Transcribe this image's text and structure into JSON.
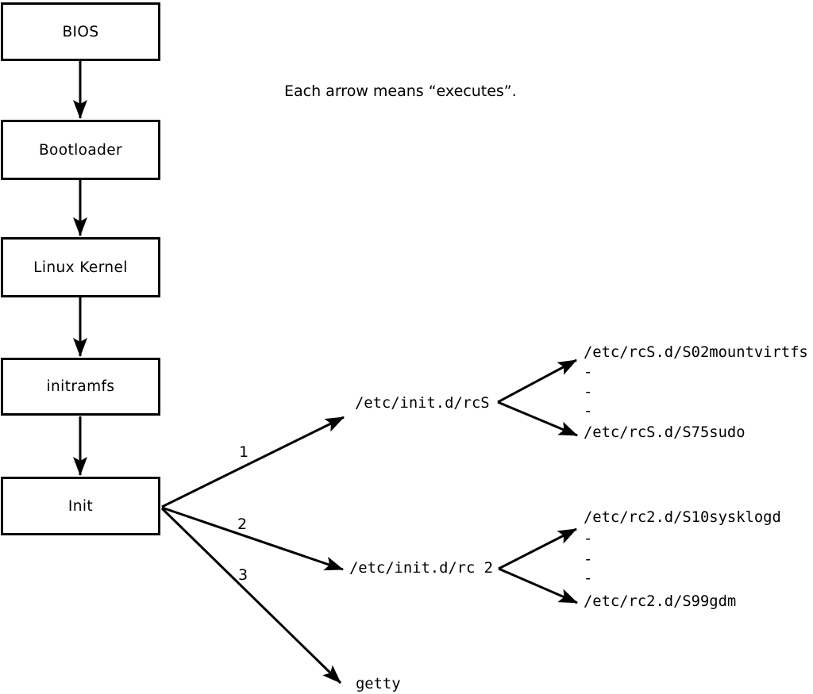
{
  "diagram": {
    "note": "Each arrow means “executes”.",
    "chain": [
      {
        "id": "bios",
        "label": "BIOS"
      },
      {
        "id": "bootloader",
        "label": "Bootloader"
      },
      {
        "id": "linux-kernel",
        "label": "Linux Kernel"
      },
      {
        "id": "initramfs",
        "label": "initramfs"
      },
      {
        "id": "init",
        "label": "Init"
      }
    ],
    "branches": [
      {
        "number": "1",
        "target": "/etc/init.d/rcS",
        "children": [
          "/etc/rcS.d/S02mountvirtfs",
          "-",
          "-",
          "-",
          "/etc/rcS.d/S75sudo"
        ]
      },
      {
        "number": "2",
        "target": "/etc/init.d/rc 2",
        "children": [
          "/etc/rc2.d/S10sysklogd",
          "-",
          "-",
          "-",
          "/etc/rc2.d/S99gdm"
        ]
      },
      {
        "number": "3",
        "target": "getty",
        "children": []
      }
    ],
    "colors": {
      "line": "#000000",
      "background": "#ffffff",
      "text": "#000000"
    }
  }
}
